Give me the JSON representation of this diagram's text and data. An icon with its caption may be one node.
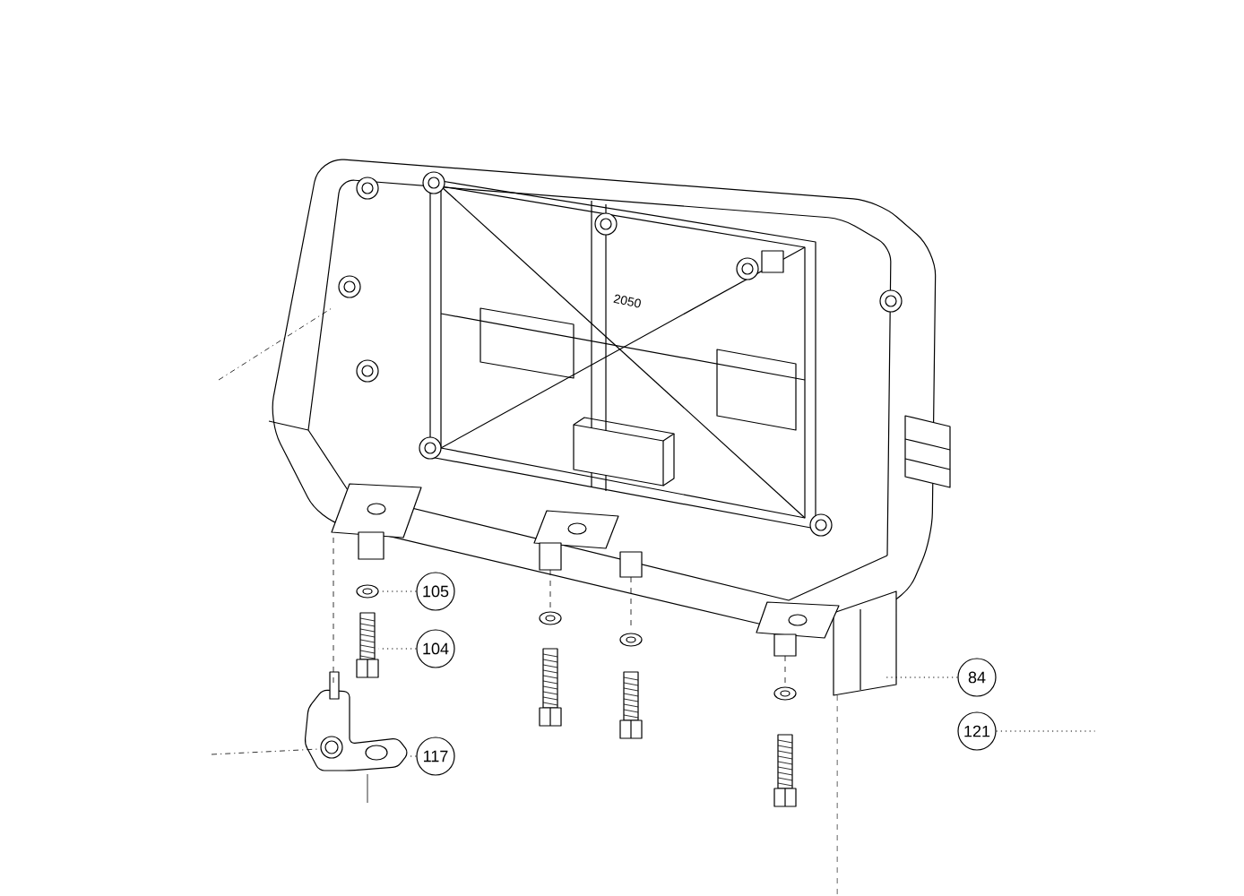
{
  "diagram": {
    "nodes": [
      {
        "text": [],
        "shape": "picture"
      },
      {
        "text": [],
        "shape": "picture"
      },
      {
        "text": [],
        "shape": "picture"
      },
      {
        "text": [],
        "shape": "picture"
      },
      {
        "text": [
          "105"
        ]
      },
      {
        "text": [
          "104"
        ]
      },
      {
        "text": [
          "117"
        ]
      },
      {
        "text": [
          "84"
        ]
      },
      {
        "text": [
          "121"
        ]
      }
    ],
    "edges": [
      {
        "from": 4,
        "to": 1,
        "arrow": "none"
      },
      {
        "from": 5,
        "to": 2,
        "arrow": "none"
      },
      {
        "from": 6,
        "to": 3,
        "arrow": "none"
      },
      {
        "from": 7,
        "to": 0,
        "arrow": "none"
      },
      {
        "from": 8,
        "to": null,
        "arrow": "none"
      }
    ],
    "labels": [
      "2050"
    ]
  }
}
